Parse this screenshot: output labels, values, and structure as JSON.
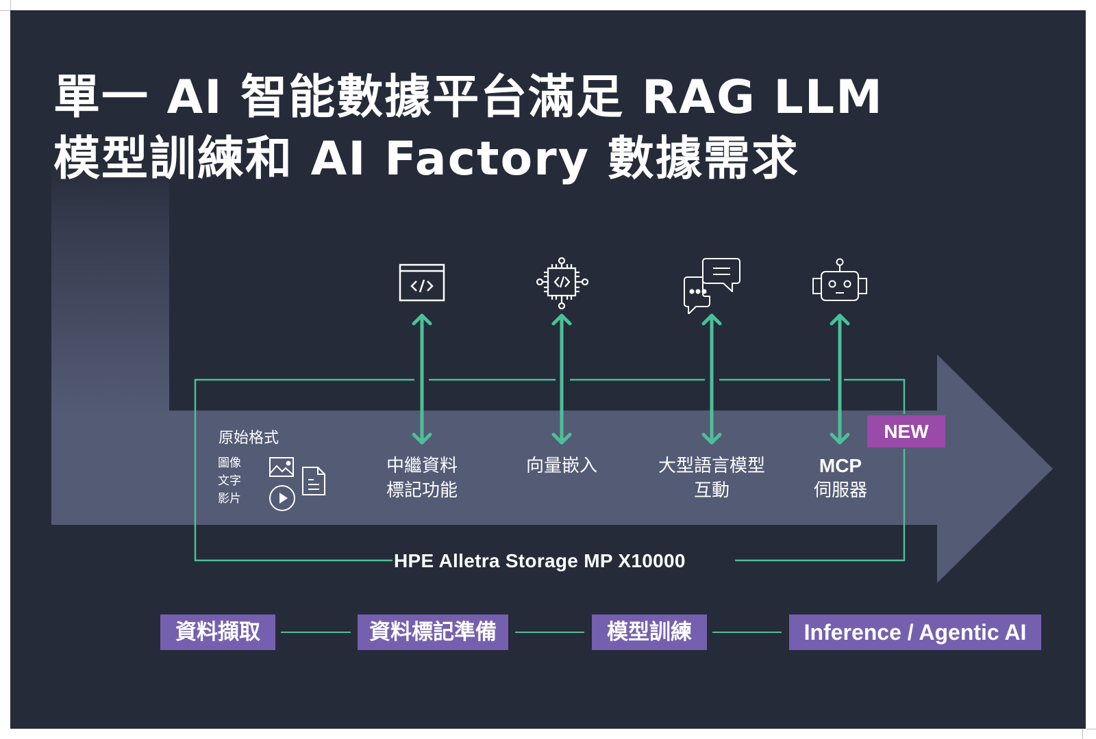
{
  "title": {
    "line1": "單一 AI 智能數據平台滿足 RAG LLM",
    "line2": "模型訓練和 AI Factory 數據需求"
  },
  "colors": {
    "background": "#252b38",
    "flow_band": "#545b75",
    "accent_teal": "#4dbf98",
    "stage_purple": "#7560b0",
    "new_badge": "#9a4aa8",
    "text": "#ffffff"
  },
  "source": {
    "heading": "原始格式",
    "types": [
      "圖像",
      "文字",
      "影片"
    ],
    "icons": [
      "image-icon",
      "document-icon",
      "play-video-icon"
    ]
  },
  "capabilities": [
    {
      "icon": "code-window-icon",
      "line1": "中繼資料",
      "line2": "標記功能"
    },
    {
      "icon": "ai-chip-icon",
      "line1": "向量嵌入",
      "line2": ""
    },
    {
      "icon": "chat-bubbles-icon",
      "line1": "大型語言模型",
      "line2": "互動"
    },
    {
      "icon": "robot-icon",
      "line1": "MCP",
      "line2": "伺服器"
    }
  ],
  "new_badge": "NEW",
  "storage_label": "HPE Alletra Storage MP X10000",
  "stages": [
    "資料擷取",
    "資料標記準備",
    "模型訓練",
    "Inference / Agentic AI"
  ]
}
